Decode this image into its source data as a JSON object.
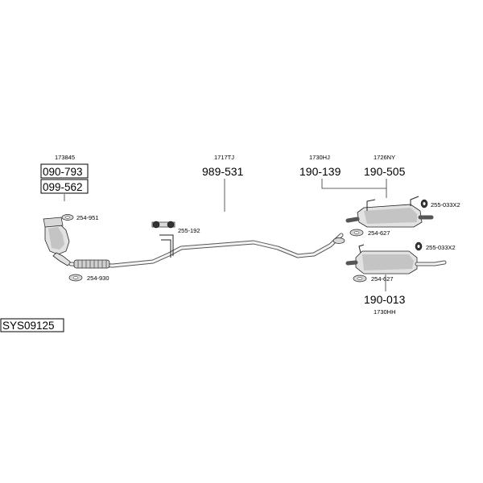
{
  "diagram_code": "SYS09125",
  "catalyst": {
    "oe_ref": "173845",
    "parts": [
      "090-793",
      "099-562"
    ],
    "gasket_label": "254-951",
    "clamp_label": "254-930"
  },
  "front_pipe": {
    "oe_ref": "1717TJ",
    "part": "989-531",
    "hanger_label": "255-192"
  },
  "center_silencer": {
    "oe_ref": "1730HJ",
    "part": "190-139"
  },
  "rear_silencer_top": {
    "oe_ref": "1726NY",
    "part": "190-505",
    "clamp_label": "254-627",
    "rubber_label": "255-033X2"
  },
  "rear_silencer_bottom": {
    "oe_ref": "1730HH",
    "part": "190-013",
    "clamp_label": "254-627",
    "rubber_label": "255-033X2"
  }
}
